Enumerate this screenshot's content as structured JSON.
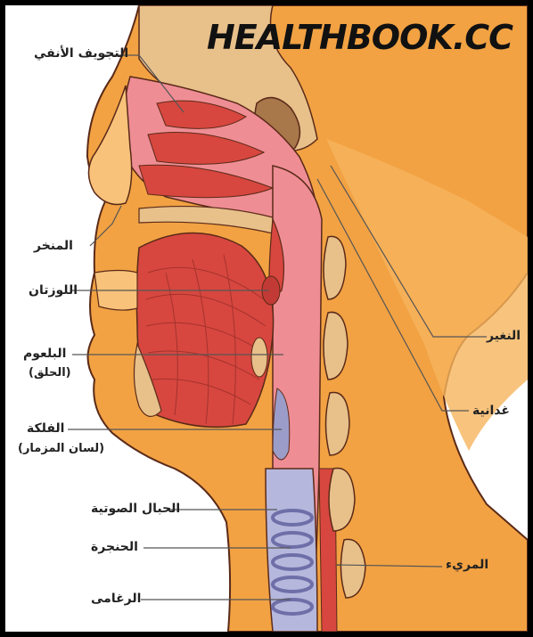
{
  "watermark": "HEALTHBOOK.CC",
  "colors": {
    "skin": "#f2a243",
    "skin_light": "#f8c27a",
    "muscle": "#d7473f",
    "mucosa": "#ef8d94",
    "bone": "#e8c08a",
    "cartilage": "#9b9cc8",
    "outline": "#5a2a18"
  },
  "labels": {
    "nasal_cavity": "التجويف الأنفي",
    "nostril": "المنخر",
    "tonsils": "اللوزتان",
    "pharynx": "البلعوم",
    "pharynx_sub": "(الحلق)",
    "epiglottis": "الفلكة",
    "epiglottis_sub": "(لسان المزمار)",
    "vocal_cords": "الحبال الصوتية",
    "larynx": "الحنجرة",
    "trachea": "الرغامى",
    "nasopharynx": "النغير",
    "adenoids": "غدانية",
    "esophagus": "المريء"
  }
}
